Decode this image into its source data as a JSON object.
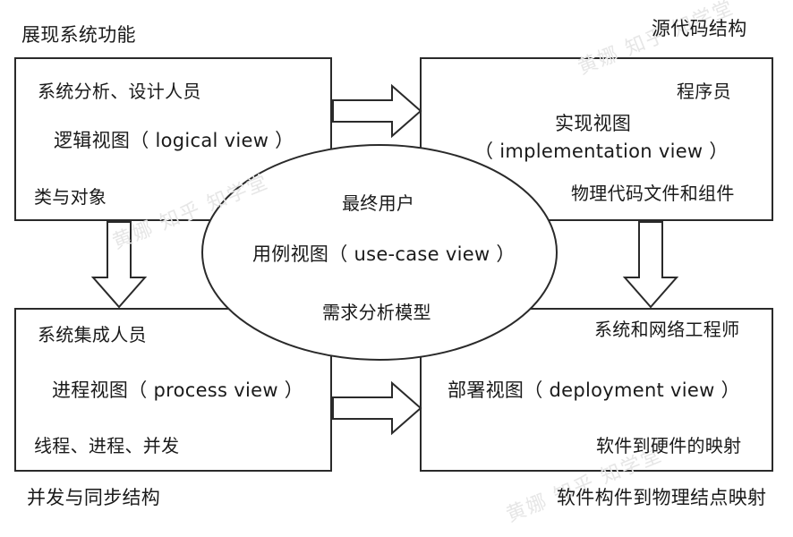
{
  "corners": {
    "top_left": "展现系统功能",
    "top_right": "源代码结构",
    "bottom_left": "并发与同步结构",
    "bottom_right": "软件构件到物理结点映射"
  },
  "logical": {
    "role": "系统分析、设计人员",
    "view": "逻辑视图（ logical view ）",
    "content": "类与对象"
  },
  "implementation": {
    "role": "程序员",
    "view_line1": "实现视图",
    "view_line2": "（ implementation view ）",
    "content": "物理代码文件和组件"
  },
  "process": {
    "role": "系统集成人员",
    "view": "进程视图（ process view ）",
    "content": "线程、进程、并发"
  },
  "deployment": {
    "role": "系统和网络工程师",
    "view": "部署视图（ deployment view ）",
    "content": "软件到硬件的映射"
  },
  "usecase": {
    "role": "最终用户",
    "view": "用例视图（ use-case view ）",
    "content": "需求分析模型"
  },
  "watermark": {
    "text_1": "黄娜 知乎 知学堂",
    "text_2": "黄娜 知乎 知学堂",
    "text_3": "黄娜 知乎 知学堂"
  }
}
